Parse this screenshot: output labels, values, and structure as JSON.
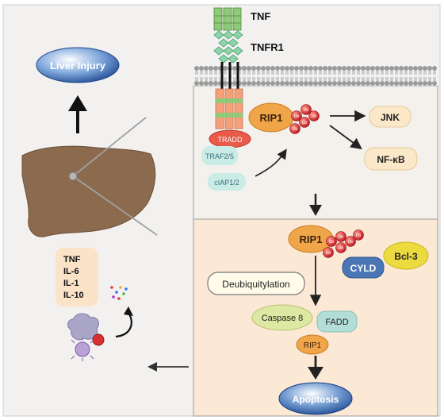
{
  "ligand": {
    "tnf": "TNF",
    "tnfr1": "TNFR1"
  },
  "outcome_top": {
    "label": "Liver Injury"
  },
  "complex1": {
    "tradd": "TRADD",
    "traf": "TRAF2/5",
    "ciap": "cIAP1/2",
    "rip1": "RIP1",
    "ub": "Ub",
    "jnk": "JNK",
    "nfkb": "NF-κB"
  },
  "complex2": {
    "rip1": "RIP1",
    "ub": "Ub",
    "cyld": "CYLD",
    "bcl3": "Bcl-3",
    "deubiq": "Deubiquitylation",
    "casp8": "Caspase 8",
    "fadd": "FADD",
    "rip1_lower": "RIP1",
    "apoptosis": "Apoptosis"
  },
  "cytokines": {
    "items": [
      "TNF",
      "IL-6",
      "IL-1",
      "IL-10"
    ]
  },
  "colors": {
    "panel_left": "#f2f1f0",
    "panel_top_right": "#f4f1ed",
    "panel_bottom_right": "#fbe8d5",
    "liver": "#8c6a4e",
    "rip1": "#f0a548",
    "tradd": "#ea5a4a",
    "ubiquitin": "#d7262b",
    "cyld": "#4a76b5",
    "bcl3": "#ecdb3f",
    "casp8": "#dde8a3",
    "fadd": "#b3ded8",
    "apoptosis": "#2b5ca8",
    "receptor_green": "#8fc97a"
  }
}
